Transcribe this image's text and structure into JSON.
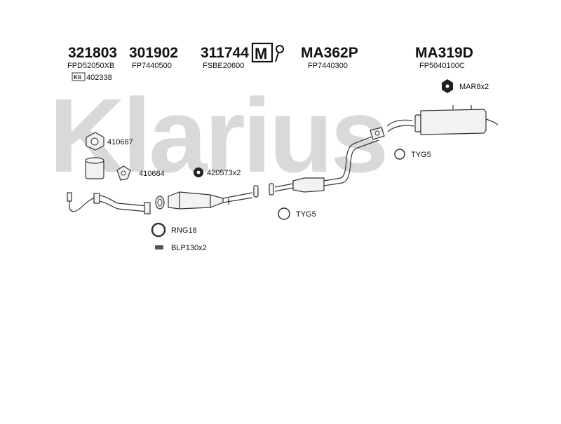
{
  "watermark": "Klarius",
  "part_numbers": [
    {
      "number": "321803",
      "reference": "FPD52050XB"
    },
    {
      "number": "301902",
      "reference": "FP7440500"
    },
    {
      "number": "311744",
      "reference": "FSBE20600"
    },
    {
      "number": "MA362P",
      "reference": "FP7440300"
    },
    {
      "number": "MA319D",
      "reference": "FP5040100C"
    }
  ],
  "kit": {
    "prefix": "Kit",
    "number": "402338"
  },
  "brand_logo": "M",
  "labels": {
    "gasket_1": "410687",
    "gasket_2": "410684",
    "rubber_mount": "420573x2",
    "rubber_mar": "MAR8x2",
    "ring_tyg_rear": "TYG5",
    "ring_tyg_mid": "TYG5",
    "ring_rng": "RNG18",
    "bolt": "BLP130x2"
  },
  "colors": {
    "line": "#333333",
    "fill": "#f2f2f2",
    "watermark": "#d9d9d9"
  }
}
